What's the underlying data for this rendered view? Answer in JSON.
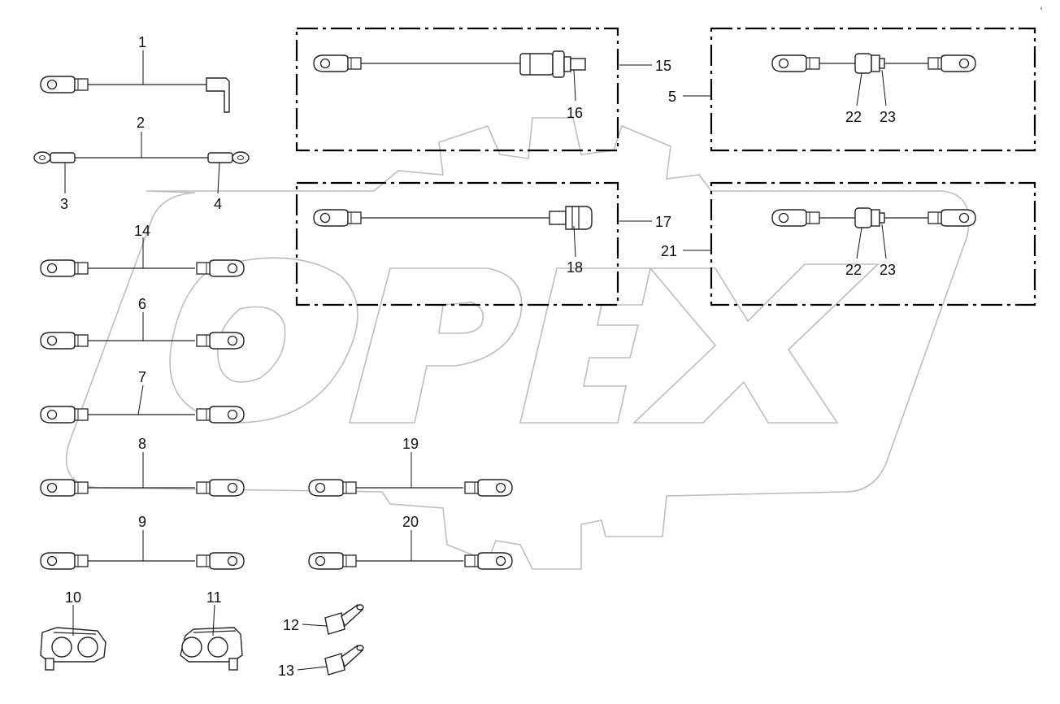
{
  "watermark": {
    "text": "OPEX",
    "color": "#bdbdbd"
  },
  "corner_note": "Ⅱ",
  "callouts": {
    "c1": "1",
    "c2": "2",
    "c3": "3",
    "c4": "4",
    "c5": "5",
    "c6": "6",
    "c7": "7",
    "c8": "8",
    "c9": "9",
    "c10": "10",
    "c11": "11",
    "c12": "12",
    "c13": "13",
    "c14": "14",
    "c15": "15",
    "c16": "16",
    "c17": "17",
    "c18": "18",
    "c19": "19",
    "c20": "20",
    "c21": "21",
    "c22a": "22",
    "c23a": "23",
    "c22b": "22",
    "c23b": "23"
  },
  "colors": {
    "line": "#222222",
    "frame": "#000000",
    "background": "#ffffff"
  }
}
